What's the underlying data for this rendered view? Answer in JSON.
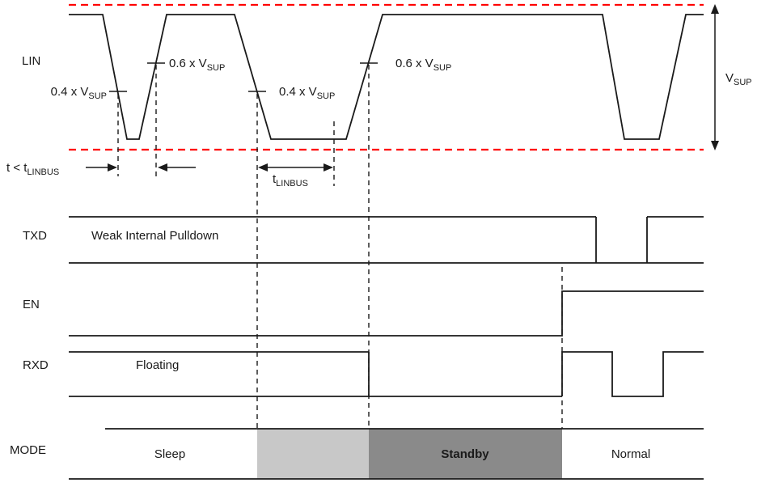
{
  "colors": {
    "red_reference": "#ff0000",
    "transition_fill": "#c8c8c8",
    "standby_fill": "#8a8a8a"
  },
  "rows": {
    "lin": {
      "label": "LIN"
    },
    "txd": {
      "label": "TXD",
      "note": "Weak Internal Pulldown"
    },
    "en": {
      "label": "EN"
    },
    "rxd": {
      "label": "RXD",
      "note": "Floating"
    },
    "mode": {
      "label": "MODE",
      "sleep": "Sleep",
      "standby": "Standby",
      "normal": "Normal"
    }
  },
  "annotations": {
    "threshold_04": {
      "main": "0.4 x V",
      "sub": "SUP"
    },
    "threshold_06": {
      "main": "0.6 x V",
      "sub": "SUP"
    },
    "vsup": {
      "main": "V",
      "sub": "SUP"
    },
    "t_short": {
      "main": "t < t",
      "sub": "LINBUS"
    },
    "t_linbus": {
      "main": "t",
      "sub": "LINBUS"
    }
  }
}
